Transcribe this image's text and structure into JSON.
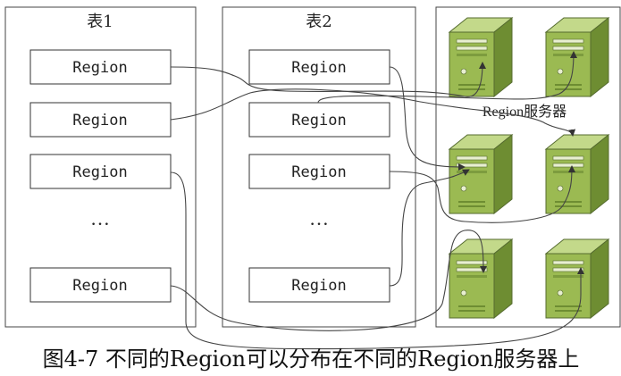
{
  "tables": [
    {
      "title": "表1",
      "regions": [
        "Region",
        "Region",
        "Region",
        "Region"
      ],
      "ellipsis": "…"
    },
    {
      "title": "表2",
      "regions": [
        "Region",
        "Region",
        "Region",
        "Region"
      ],
      "ellipsis": "…"
    }
  ],
  "server_label": "Region服务器",
  "caption": "图4-7 不同的Region可以分布在不同的Region服务器上",
  "colors": {
    "server_top": "#a7c45a",
    "server_front": "#7f9e3c",
    "server_side": "#5f7c2a",
    "border": "#555555"
  },
  "icons": [
    "server-icon",
    "arrow-icon"
  ]
}
